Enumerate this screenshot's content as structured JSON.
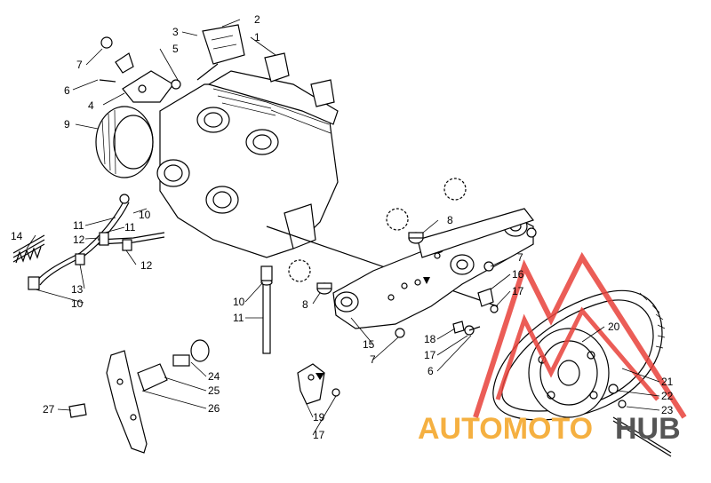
{
  "callouts": [
    "1",
    "2",
    "3",
    "4",
    "5",
    "6",
    "7",
    "8",
    "9",
    "10",
    "11",
    "12",
    "13",
    "14",
    "15",
    "16",
    "17",
    "18",
    "19",
    "20",
    "21",
    "22",
    "23",
    "24",
    "25",
    "26",
    "27"
  ],
  "watermark": {
    "word_a": "AUTOMOTO",
    "word_b": "HUB",
    "color_a": "#f5b041",
    "color_b": "#555555",
    "logo_color": "#e8413a"
  }
}
